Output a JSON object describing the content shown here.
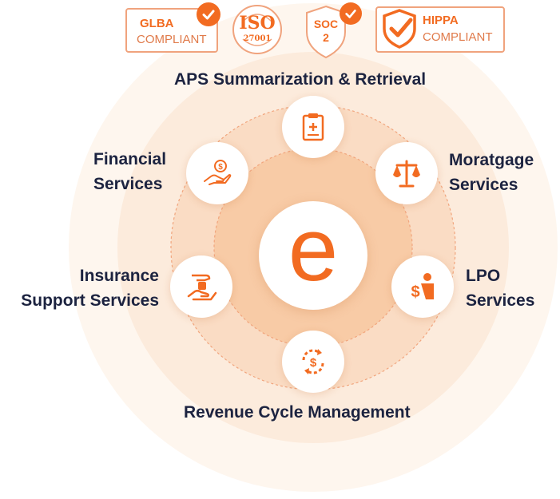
{
  "badges": {
    "glba": {
      "top": "GLBA",
      "bottom": "COMPLIANT"
    },
    "iso": {
      "top": "ISO",
      "bottom": "27001"
    },
    "soc": {
      "top": "SOC",
      "bottom": "2"
    },
    "hippa": {
      "top": "HIPPA",
      "bottom": "COMPLIANT"
    }
  },
  "center": {
    "letter": "e"
  },
  "services": {
    "aps": "APS Summarization & Retrieval",
    "financial": [
      "Financial",
      "Services"
    ],
    "mortgage": [
      "Moratgage",
      "Services"
    ],
    "insurance": [
      "Insurance",
      "Support Services"
    ],
    "lpo": [
      "LPO",
      "Services"
    ],
    "rcm": "Revenue Cycle Management"
  },
  "colors": {
    "accent": "#f26b21",
    "text": "#1c2340",
    "ring_outer": "#fdf1e6",
    "ring_mid": "#fbe3cf",
    "ring_inner": "#f9d3b3",
    "ring_core": "#f7c49c"
  },
  "icons": {
    "aps": "clipboard-medical-icon",
    "financial": "hand-coin-icon",
    "mortgage": "scales-icon",
    "insurance": "hands-protect-icon",
    "lpo": "person-dollar-icon",
    "rcm": "cycle-dollar-icon",
    "check": "check-icon"
  }
}
